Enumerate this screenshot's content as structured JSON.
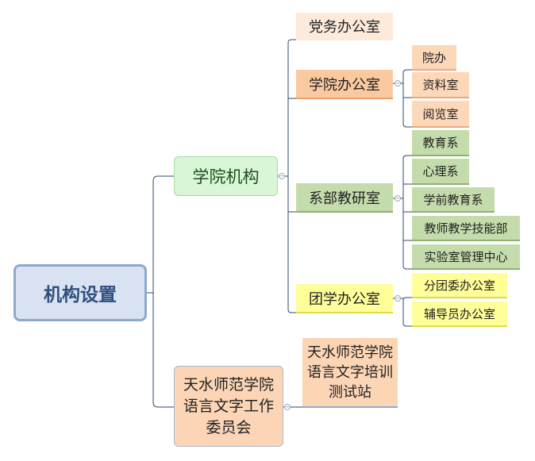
{
  "diagram": {
    "root": {
      "label": "机构设置"
    },
    "branches": {
      "college": {
        "label": "学院机构"
      },
      "committee": {
        "label": "天水师范学院语言文字工作委员会"
      }
    },
    "college_units": {
      "party": {
        "label": "党务办公室"
      },
      "office": {
        "label": "学院办公室"
      },
      "departments": {
        "label": "系部教研室"
      },
      "youth": {
        "label": "团学办公室"
      }
    },
    "office_items": [
      "院办",
      "资料室",
      "阅览室"
    ],
    "department_items": [
      "教育系",
      "心理系",
      "学前教育系",
      "教师教学技能部",
      "实验室管理中心"
    ],
    "youth_items": [
      "分团委办公室",
      "辅导员办公室"
    ],
    "committee_items": {
      "station": {
        "label": "天水师范学院语言文字培训测试站"
      }
    },
    "colors": {
      "connector": "#2e4a6e",
      "root_fill": "#d8e2f0",
      "green_fill": "#c4dcab",
      "orange_fill": "#fbc9a0",
      "yellow_fill": "#ffff99"
    }
  }
}
